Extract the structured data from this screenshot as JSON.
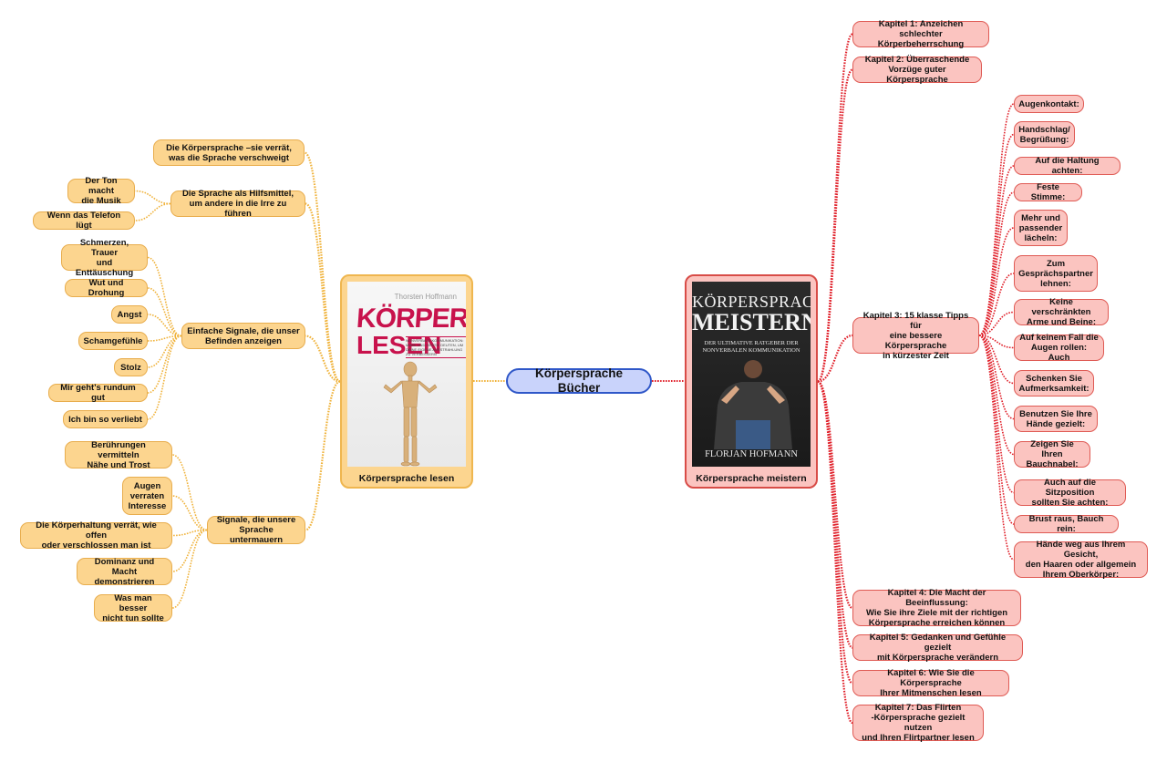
{
  "center": "Körpersprache Bücher",
  "book_left": {
    "caption": "Körpersprache lesen",
    "cover_author": "Thorsten Hoffmann",
    "cover_title_1": "KÖRPERSPRACHE",
    "cover_title_2": "LESEN",
    "cover_subtitle": "NONVERBALE KOMMUNIKATION: MIMIK UND GESTIK DEUTEN, UM DEINE EIGENE AUSSTRAHLUNG ZU VERBESSERN"
  },
  "book_right": {
    "caption": "Körpersprache meistern",
    "cover_title_1": "KÖRPERSPRACHE",
    "cover_title_2": "MEISTERN",
    "cover_subtitle": "DER ULTIMATIVE RATGEBER DER NONVERBALEN KOMMUNIKATION",
    "cover_author": "FLORJAN HOFMANN"
  },
  "left": {
    "verraet": "Die Körpersprache –sie verrät, was die Sprache verschweigt",
    "hilfsmittel": {
      "label": "Die Sprache als Hilfsmittel, um andere in die Irre zu führen",
      "children": [
        "Der Ton macht\ndie Musik",
        "Wenn das Telefon lügt"
      ]
    },
    "einfach": {
      "label": "Einfache Signale, die unser Befinden anzeigen",
      "children": [
        "Schmerzen, Trauer\nund Enttäuschung",
        "Wut und Drohung",
        "Angst",
        "Schamgefühle",
        "Stolz",
        "Mir geht's rundum gut",
        "Ich bin so verliebt"
      ]
    },
    "signale": {
      "label": "Signale, die unsere Sprache untermauern",
      "children": [
        "Berührungen vermitteln\nNähe und Trost",
        "Augen\nverraten\nInteresse",
        "Die Körperhaltung verrät, wie offen\noder verschlossen man ist",
        "Dominanz und Macht\ndemonstrieren",
        "Was man besser\nnicht tun sollte"
      ]
    }
  },
  "right": {
    "k1": "Kapitel 1: Anzeichen schlechter\nKörperbeherrschung",
    "k2": "Kapitel 2: Überraschende\nVorzüge guter Körpersprache",
    "k3": {
      "label": "Kapitel 3: 15 klasse Tipps für\neine bessere Körpersprache\nin kürzester Zeit",
      "tips": [
        "Augenkontakt:",
        "Handschlag/\nBegrüßung:",
        "Auf die Haltung achten:",
        "Feste Stimme:",
        "Mehr und\npassender\nlächeln:",
        "Zum\nGesprächspartner\nlehnen:",
        "Keine verschränkten\nArme und Beine:",
        "Auf keinem Fall die\nAugen rollen: Auch",
        "Schenken Sie\nAufmerksamkeit:",
        "Benutzen Sie Ihre\nHände gezielt:",
        "Zeigen Sie Ihren\nBauchnabel:",
        "Auch auf die Sitzposition\nsollten Sie achten:",
        "Brust raus, Bauch rein:",
        "Hände weg aus Ihrem Gesicht,\nden Haaren oder allgemein\nIhrem Oberkörper:"
      ]
    },
    "k4": "Kapitel 4: Die Macht der Beeinflussung:\nWie Sie ihre Ziele mit der richtigen\nKörpersprache erreichen können",
    "k5": "Kapitel 5: Gedanken und Gefühle gezielt\nmit Körpersprache verändern",
    "k6": "Kapitel 6: Wie Sie die Körpersprache\nIhrer Mitmenschen lesen",
    "k7": "Kapitel 7: Das Flirten\n-Körpersprache gezielt nutzen\nund Ihren Flirtpartner lesen"
  },
  "colors": {
    "orange_fill": "#fcd58f",
    "orange_line": "#f0b33c",
    "red_fill": "#fbc4c0",
    "red_line": "#e0202a",
    "center_fill": "#c9d3fb",
    "center_border": "#2f57c8"
  }
}
